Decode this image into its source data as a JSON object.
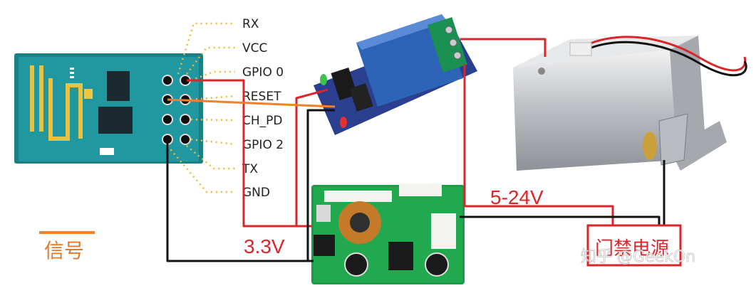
{
  "pins": [
    "RX",
    "VCC",
    "GPIO 0",
    "RESET",
    "CH_PD",
    "GPIO 2",
    "TX",
    "GND"
  ],
  "voltage_low": "3.3V",
  "voltage_high": "5-24V",
  "signal_label": "信号",
  "power_label": "门禁电源",
  "watermark": "知乎 @GeekOn",
  "colors": {
    "wire_red": "#d8262b",
    "wire_black": "#111111",
    "wire_orange": "#f0802a",
    "dotted": "#f2b836",
    "esp_board": "#1e8c92",
    "pcb_green": "#1d9a48",
    "relay_blue": "#2d64b8"
  }
}
